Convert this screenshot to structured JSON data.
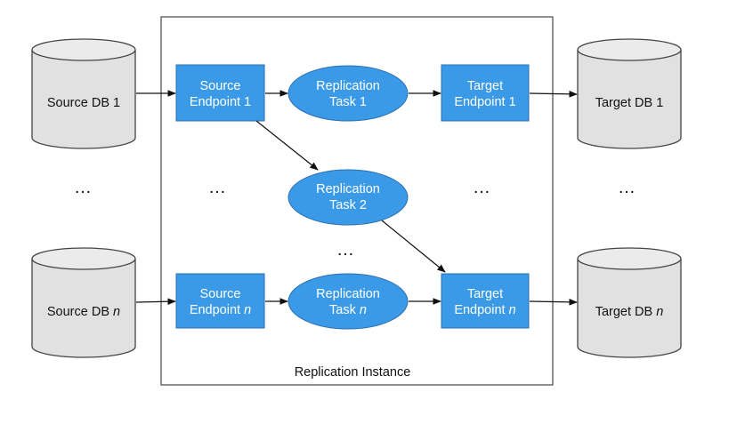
{
  "instance": {
    "label": "Replication Instance"
  },
  "source_dbs": {
    "first": {
      "prefix": "Source DB",
      "suffix": "1"
    },
    "last": {
      "prefix": "Source DB",
      "suffix": "n"
    }
  },
  "target_dbs": {
    "first": {
      "prefix": "Target DB",
      "suffix": "1"
    },
    "last": {
      "prefix": "Target DB",
      "suffix": "n"
    }
  },
  "source_endpoints": {
    "first": {
      "line1": "Source",
      "line2_prefix": "Endpoint",
      "line2_suffix": "1"
    },
    "last": {
      "line1": "Source",
      "line2_prefix": "Endpoint",
      "line2_suffix": "n"
    }
  },
  "tasks": {
    "first": {
      "line1": "Replication",
      "line2_prefix": "Task",
      "line2_suffix": "1"
    },
    "second": {
      "line1": "Replication",
      "line2_prefix": "Task",
      "line2_suffix": "2"
    },
    "last": {
      "line1": "Replication",
      "line2_prefix": "Task",
      "line2_suffix": "n"
    }
  },
  "target_endpoints": {
    "first": {
      "line1": "Target",
      "line2_prefix": "Endpoint",
      "line2_suffix": "1"
    },
    "last": {
      "line1": "Target",
      "line2_prefix": "Endpoint",
      "line2_suffix": "n"
    }
  },
  "ellipsis": {
    "source_db": "…",
    "source_endpoint": "…",
    "task": "…",
    "target_endpoint": "…",
    "target_db": "…"
  },
  "colors": {
    "node_fill": "#3b9ae8",
    "node_text": "#ffffff",
    "db_fill": "#e1e1e1"
  },
  "icons": {
    "database": "database-cylinder-icon"
  }
}
